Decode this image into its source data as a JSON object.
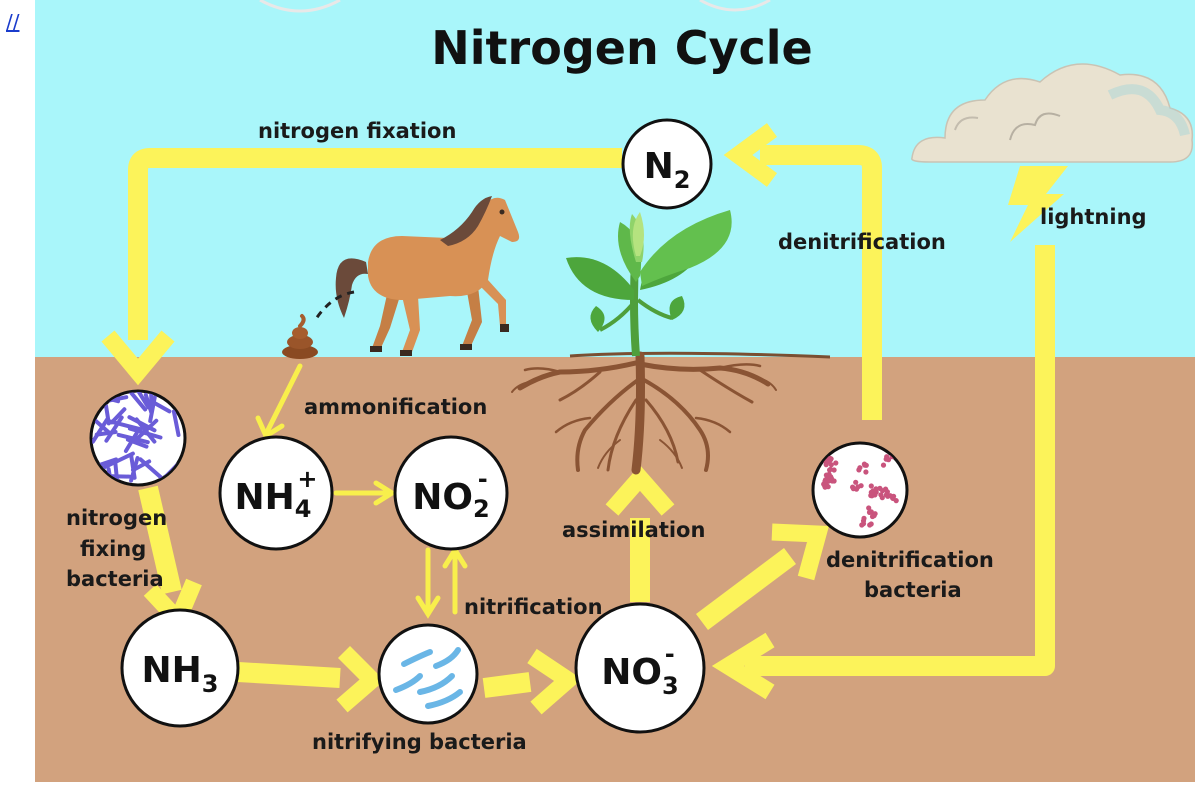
{
  "link_text": "//",
  "title": "Nitrogen Cycle",
  "colors": {
    "sky": "#a9f6fa",
    "soil": "#d2a27e",
    "arrow": "#fcf35a",
    "arrow_thin": "#f8ef4c",
    "horse": "#d89155",
    "leaf": "#5fb84a",
    "root": "#8a5434"
  },
  "labels": {
    "nitrogen_fixation": "nitrogen fixation",
    "denitrification": "denitrification",
    "lightning": "lightning",
    "ammonification": "ammonification",
    "nitrogen_fixing_bacteria_1": "nitrogen",
    "nitrogen_fixing_bacteria_2": "fixing",
    "nitrogen_fixing_bacteria_3": "bacteria",
    "assimilation": "assimilation",
    "nitrification": "nitrification",
    "nitrifying_bacteria": "nitrifying bacteria",
    "denitrification_bacteria_1": "denitrification",
    "denitrification_bacteria_2": "bacteria"
  },
  "compounds": {
    "n2": {
      "base": "N",
      "sub": "2",
      "sup": ""
    },
    "nh4": {
      "base": "NH",
      "sub": "4",
      "sup": "+"
    },
    "no2": {
      "base": "NO",
      "sub": "2",
      "sup": "-"
    },
    "nh3": {
      "base": "NH",
      "sub": "3",
      "sup": ""
    },
    "no3": {
      "base": "NO",
      "sub": "3",
      "sup": "-"
    }
  },
  "icons": [
    "cloud-icon",
    "lightning-bolt-icon",
    "horse-icon",
    "manure-icon",
    "plant-icon",
    "roots-icon",
    "rod-bacteria-icon",
    "nitrifying-bacteria-icon",
    "coccus-bacteria-icon"
  ]
}
